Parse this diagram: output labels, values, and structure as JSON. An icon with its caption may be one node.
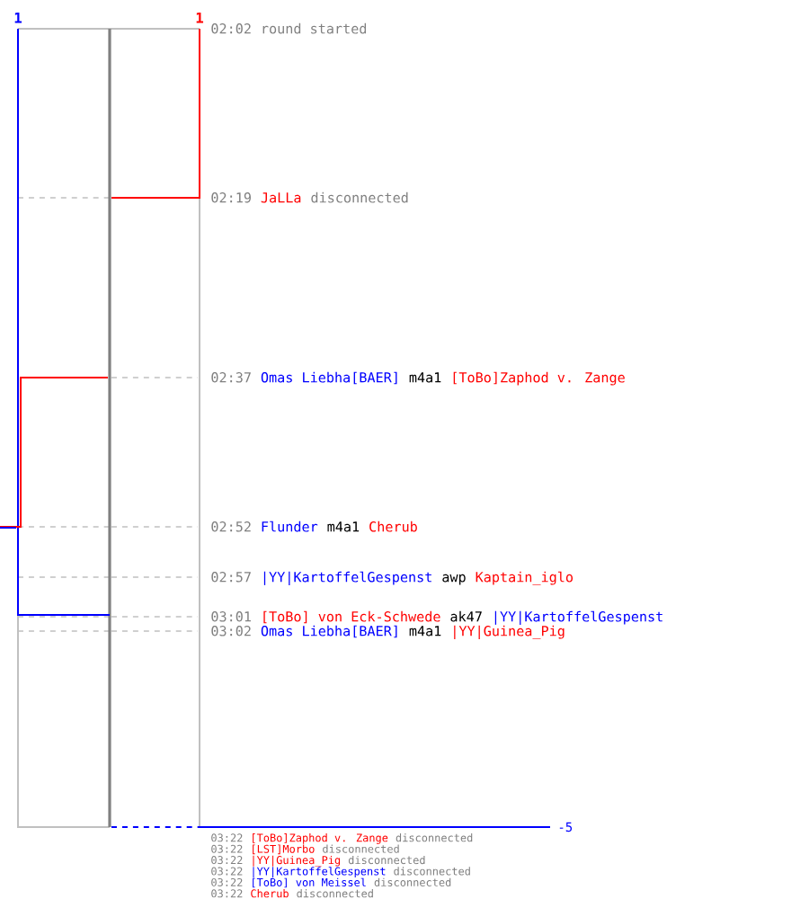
{
  "diagram": {
    "labels": [
      "1",
      "1",
      "02:02",
      "round started",
      "02:19",
      "JaLLa",
      "disconnected",
      "02:37",
      "Omas Liebha[BAER]",
      "m4a1",
      "[ToBo]Zaphod v. Zange",
      "02:52",
      "Flunder",
      "m4a1",
      "Cherub",
      "02:57",
      "|YY|KartoffelGespenst",
      "awp",
      "Kaptain_iglo",
      "03:01",
      "[ToBo] von Eck-Schwede",
      "ak47",
      "|YY|KartoffelGespenst",
      "03:02",
      "Omas Liebha[BAER]",
      "m4a1",
      "|YY|Guinea_Pig",
      "-5",
      "03:22",
      "[ToBo]Zaphod v. Zange",
      "disconnected",
      "03:22",
      "[LST]Morbo",
      "disconnected",
      "03:22",
      "|YY|Guinea_Pig",
      "disconnected",
      "03:22",
      "|YY|KartoffelGespenst",
      "disconnected",
      "03:22",
      "[ToBo] von Meissel",
      "disconnected",
      "03:22",
      "Cherub",
      "disconnected"
    ]
  }
}
